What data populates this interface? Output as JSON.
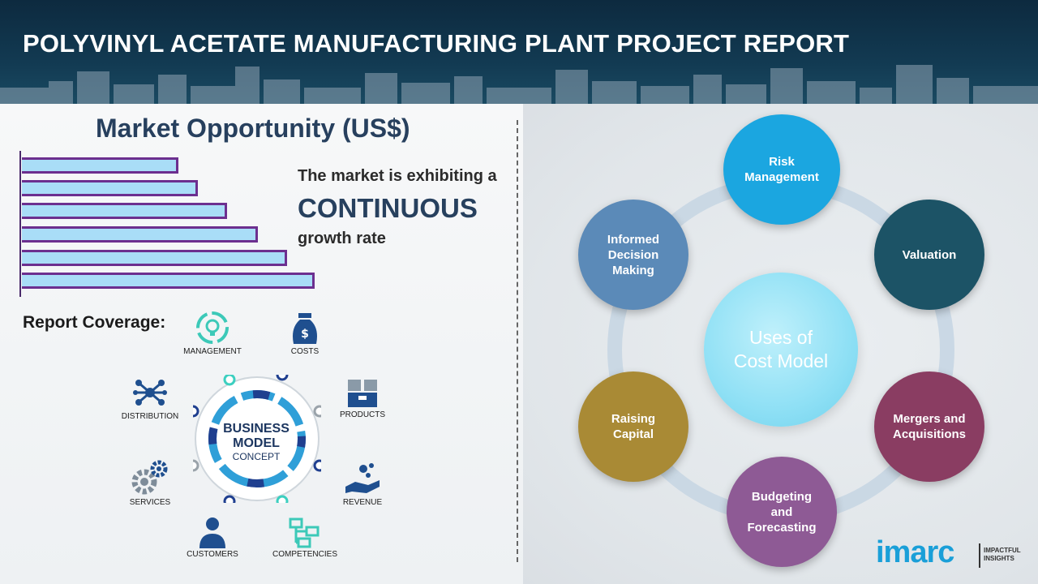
{
  "header": {
    "title": "POLYVINYL ACETATE MANUFACTURING PLANT PROJECT REPORT"
  },
  "market": {
    "title": "Market Opportunity (US$)",
    "line1": "The market is exhibiting a",
    "highlight": "CONTINUOUS",
    "line2": "growth rate"
  },
  "coverage": {
    "label": "Report Coverage:",
    "items": [
      {
        "label": "MANAGEMENT",
        "icon": "lightbulb-cycle-icon"
      },
      {
        "label": "COSTS",
        "icon": "money-bag-icon"
      },
      {
        "label": "DISTRIBUTION",
        "icon": "network-icon"
      },
      {
        "label": "PRODUCTS",
        "icon": "boxes-icon"
      },
      {
        "label": "SERVICES",
        "icon": "gears-icon"
      },
      {
        "label": "REVENUE",
        "icon": "hand-coins-icon"
      },
      {
        "label": "CUSTOMERS",
        "icon": "person-icon"
      },
      {
        "label": "COMPETENCIES",
        "icon": "hierarchy-icon"
      }
    ],
    "center": {
      "line1": "BUSINESS",
      "line2": "MODEL",
      "line3": "CONCEPT"
    }
  },
  "uses": {
    "center": {
      "line1": "Uses of",
      "line2": "Cost Model"
    },
    "items": [
      {
        "label": "Risk Management",
        "color": "#1ba6e0"
      },
      {
        "label": "Valuation",
        "color": "#1c5366"
      },
      {
        "label": "Mergers and Acquisitions",
        "color": "#8a3d62"
      },
      {
        "label": "Budgeting and Forecasting",
        "color": "#8e5a95"
      },
      {
        "label": "Raising Capital",
        "color": "#a98a35"
      },
      {
        "label": "Informed Decision Making",
        "color": "#5b8ab8"
      }
    ]
  },
  "logo": {
    "word": "imarc",
    "tag1": "IMPACTFUL",
    "tag2": "INSIGHTS"
  }
}
